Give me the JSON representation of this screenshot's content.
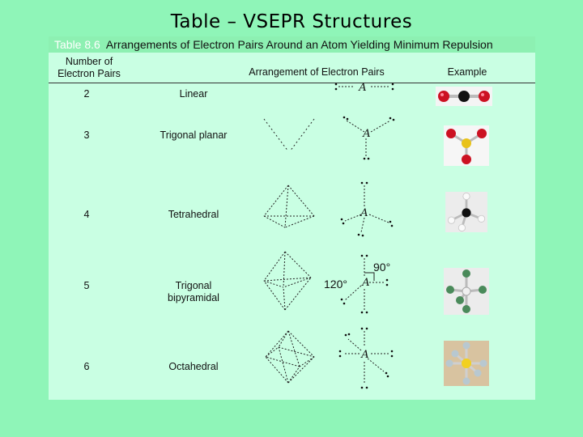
{
  "slide_title": "Table – VSEPR Structures",
  "caption": {
    "label": "Table 8.6",
    "text": "Arrangements of Electron Pairs Around an Atom Yielding Minimum Repulsion"
  },
  "headers": {
    "col1": "Number of Electron Pairs",
    "col2": "Arrangement of Electron Pairs",
    "col3": "Example"
  },
  "rows": [
    {
      "number": "2",
      "arrangement": "Linear"
    },
    {
      "number": "3",
      "arrangement": "Trigonal planar"
    },
    {
      "number": "4",
      "arrangement": "Tetrahedral"
    },
    {
      "number": "5",
      "arrangement": "Trigonal bipyramidal"
    },
    {
      "number": "6",
      "arrangement": "Octahedral"
    }
  ],
  "central_atom_label": "A",
  "angles": {
    "axial": "90°",
    "equatorial": "120°"
  },
  "colors": {
    "background": "#8ff5b8",
    "panel": "#c9ffe3",
    "caption_bar": "#8df0b2"
  }
}
